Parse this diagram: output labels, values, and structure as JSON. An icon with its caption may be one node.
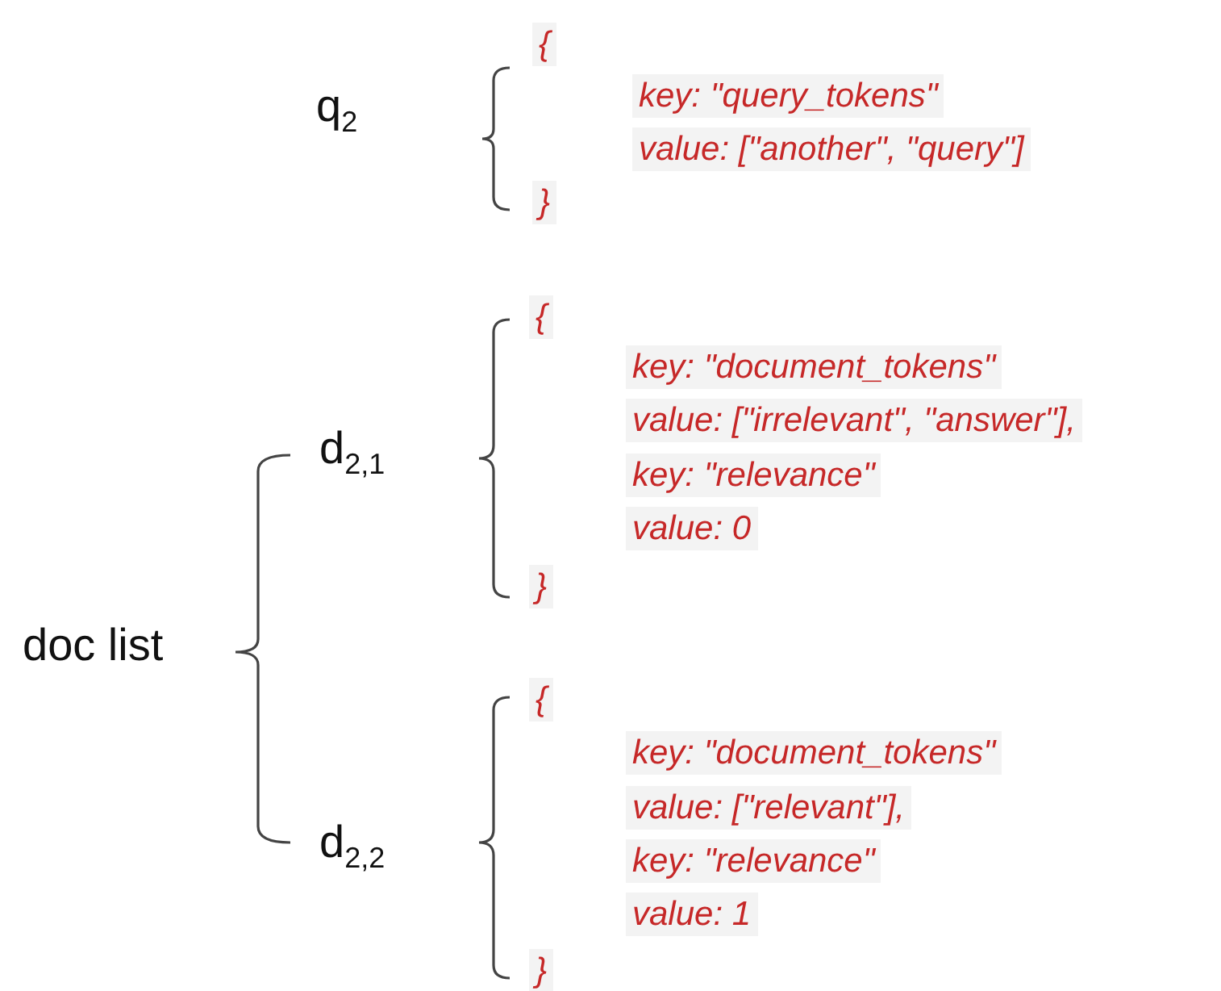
{
  "diagram": {
    "labels": [
      "q$_{2}$",
      "{",
      "key: \"query_tokens\"",
      "value: [\"another\", \"query\"]",
      "}",
      "{",
      "key: \"document_tokens\"",
      "value: [\"irrelevant\", \"answer\"],",
      "d$_{2,1}$",
      "key: \"relevance\"",
      "value: 0",
      "}",
      "doc list",
      "{",
      "key: \"document_tokens\"",
      "value: [\"relevant\"],",
      "key: \"relevance\"",
      "d$_{2,2}$",
      "value: 1",
      "}"
    ]
  }
}
